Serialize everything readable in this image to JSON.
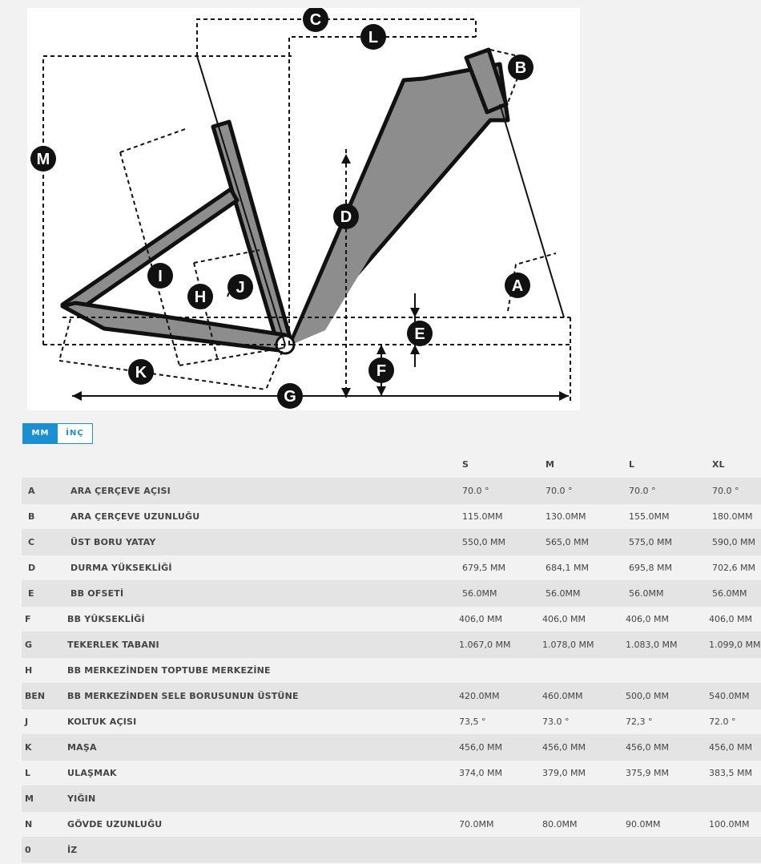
{
  "diagram": {
    "labels": [
      "A",
      "B",
      "C",
      "D",
      "E",
      "F",
      "G",
      "I",
      "H",
      "J",
      "K",
      "L",
      "M"
    ]
  },
  "units": {
    "mm_label": "MM",
    "inch_label": "İNÇ",
    "selected": "MM"
  },
  "table": {
    "sizes": [
      "S",
      "M",
      "L",
      "XL"
    ],
    "rows": [
      {
        "key": "A",
        "name": "ARA ÇERÇEVE AÇISI",
        "values": [
          "70.0 °",
          "70.0 °",
          "70.0 °",
          "70.0 °"
        ]
      },
      {
        "key": "B",
        "name": "ARA ÇERÇEVE UZUNLUĞU",
        "values": [
          "115.0MM",
          "130.0MM",
          "155.0MM",
          "180.0MM"
        ]
      },
      {
        "key": "C",
        "name": "ÜST BORU YATAY",
        "values": [
          "550,0 MM",
          "565,0 MM",
          "575,0 MM",
          "590,0 MM"
        ]
      },
      {
        "key": "D",
        "name": "DURMA YÜKSEKLİĞİ",
        "values": [
          "679,5 MM",
          "684,1 MM",
          "695,8 MM",
          "702,6 MM"
        ]
      },
      {
        "key": "E",
        "name": "BB OFSETİ",
        "values": [
          "56.0MM",
          "56.0MM",
          "56.0MM",
          "56.0MM"
        ]
      },
      {
        "key": "F",
        "name": "BB YÜKSEKLİĞİ",
        "values": [
          "406,0 MM",
          "406,0 MM",
          "406,0 MM",
          "406,0 MM"
        ]
      },
      {
        "key": "G",
        "name": "TEKERLEK TABANI",
        "values": [
          "1.067,0 MM",
          "1.078,0 MM",
          "1.083,0 MM",
          "1.099,0 MM"
        ]
      },
      {
        "key": "H",
        "name": "BB MERKEZİNDEN TOPTUBE MERKEZİNE",
        "values": [
          "",
          "",
          "",
          ""
        ]
      },
      {
        "key": "BEN",
        "name": "BB MERKEZİNDEN SELE BORUSUNUN ÜSTÜNE",
        "values": [
          "420.0MM",
          "460.0MM",
          "500,0 MM",
          "540.0MM"
        ]
      },
      {
        "key": "J",
        "name": "KOLTUK AÇISI",
        "values": [
          "73,5 °",
          "73.0 °",
          "72,3 °",
          "72.0 °"
        ]
      },
      {
        "key": "K",
        "name": "MAŞA",
        "values": [
          "456,0 MM",
          "456,0 MM",
          "456,0 MM",
          "456,0 MM"
        ]
      },
      {
        "key": "L",
        "name": "ULAŞMAK",
        "values": [
          "374,0 MM",
          "379,0 MM",
          "375,9 MM",
          "383,5 MM"
        ]
      },
      {
        "key": "M",
        "name": "YIĞIN",
        "values": [
          "",
          "",
          "",
          ""
        ]
      },
      {
        "key": "N",
        "name": "GÖVDE UZUNLUĞU",
        "values": [
          "70.0MM",
          "80.0MM",
          "90.0MM",
          "100.0MM"
        ]
      },
      {
        "key": "0",
        "name": "İZ",
        "values": [
          "",
          "",
          "",
          ""
        ]
      }
    ]
  }
}
